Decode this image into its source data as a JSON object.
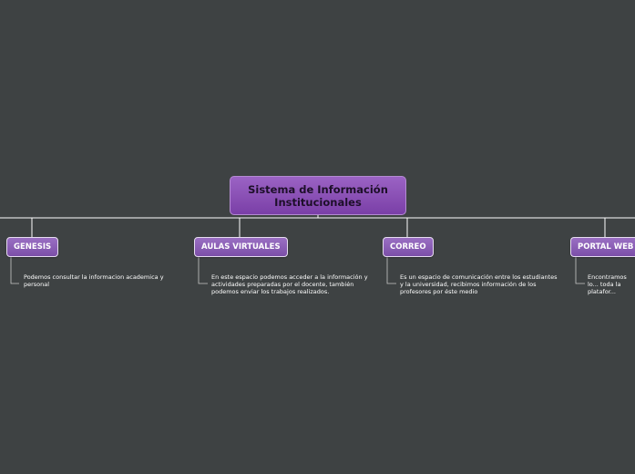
{
  "root": {
    "label": "Sistema de Información Institucionales"
  },
  "topics": [
    {
      "label": "GENESIS",
      "description": "Podemos consultar la informacion academica y personal"
    },
    {
      "label": "AULAS VIRTUALES",
      "description": "En este espacio podemos acceder a la información y actividades preparadas por el docente, también podemos enviar los trabajos realizados."
    },
    {
      "label": "CORREO",
      "description": "Es un espacio de comunicación entre los estudiantes y la universidad, recibimos información de los profesores por éste medio"
    },
    {
      "label": "PORTAL WEB",
      "description": "Encontramos lo... toda la platafor..."
    }
  ],
  "colors": {
    "background": "#3e4243",
    "node": "#7c4fa8",
    "line": "#ffffff"
  }
}
